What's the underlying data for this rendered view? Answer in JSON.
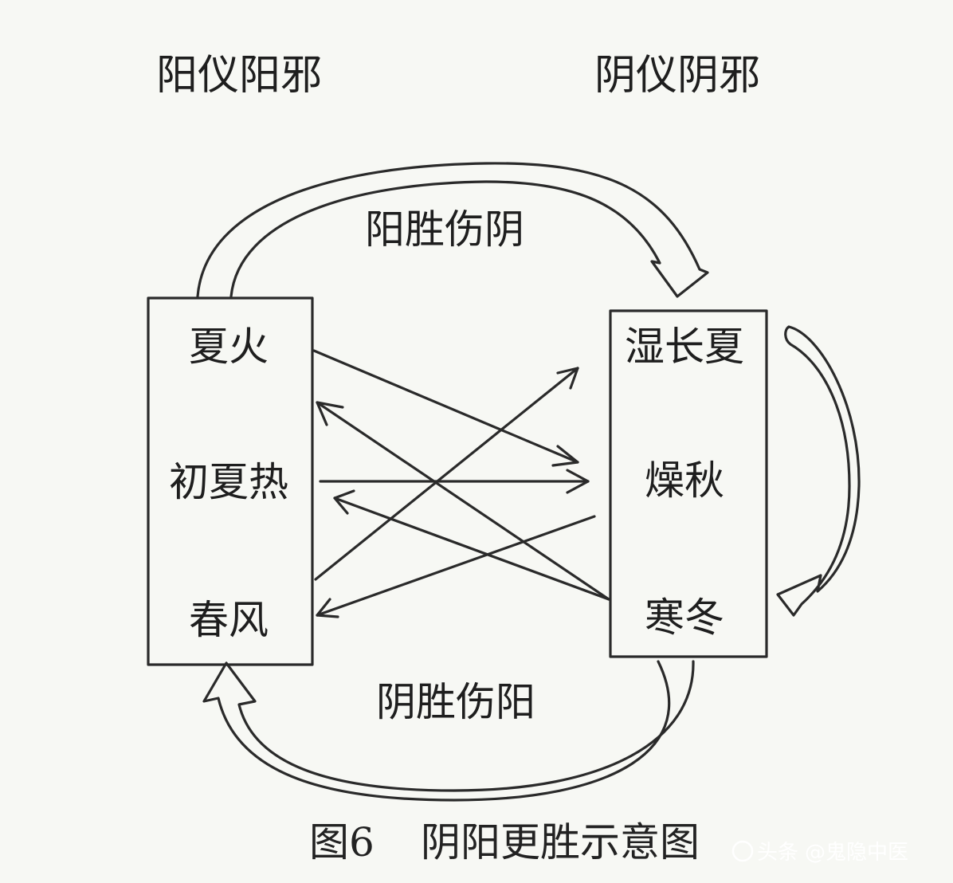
{
  "headers": {
    "left": "阳仪阳邪",
    "right": "阴仪阴邪"
  },
  "arcs": {
    "top": "阳胜伤阴",
    "bottom": "阴胜伤阳"
  },
  "left_box": [
    "夏火",
    "初夏热",
    "春风"
  ],
  "right_box": [
    "湿长夏",
    "燥秋",
    "寒冬"
  ],
  "caption": {
    "figure_number": "图6",
    "title": "阴阳更胜示意图"
  },
  "watermark": {
    "platform": "头条",
    "handle": "@鬼隐中医"
  },
  "colors": {
    "ink": "#2a2a2a",
    "paper": "#f7f8f4"
  }
}
